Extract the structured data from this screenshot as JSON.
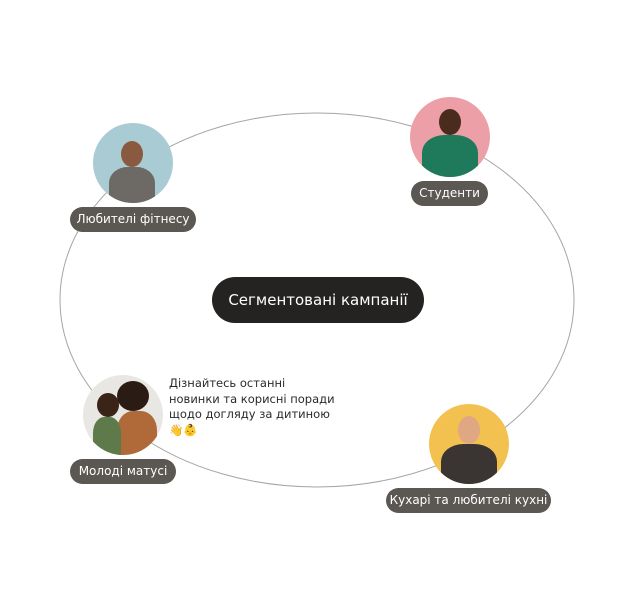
{
  "center": {
    "label": "Сегментовані кампанії"
  },
  "segments": [
    {
      "label": "Любителі фітнесу",
      "bg": "#a9cbd3"
    },
    {
      "label": "Студенти",
      "bg": "#ec9fa6"
    },
    {
      "label": "Молоді матусі",
      "bg": "#e9e7e3"
    },
    {
      "label": "Кухарі та любителі кухні",
      "bg": "#f2c14f"
    }
  ],
  "message": "Дізнайтесь останні новинки та корисні поради щодо догляду за дитиною 👋👶"
}
